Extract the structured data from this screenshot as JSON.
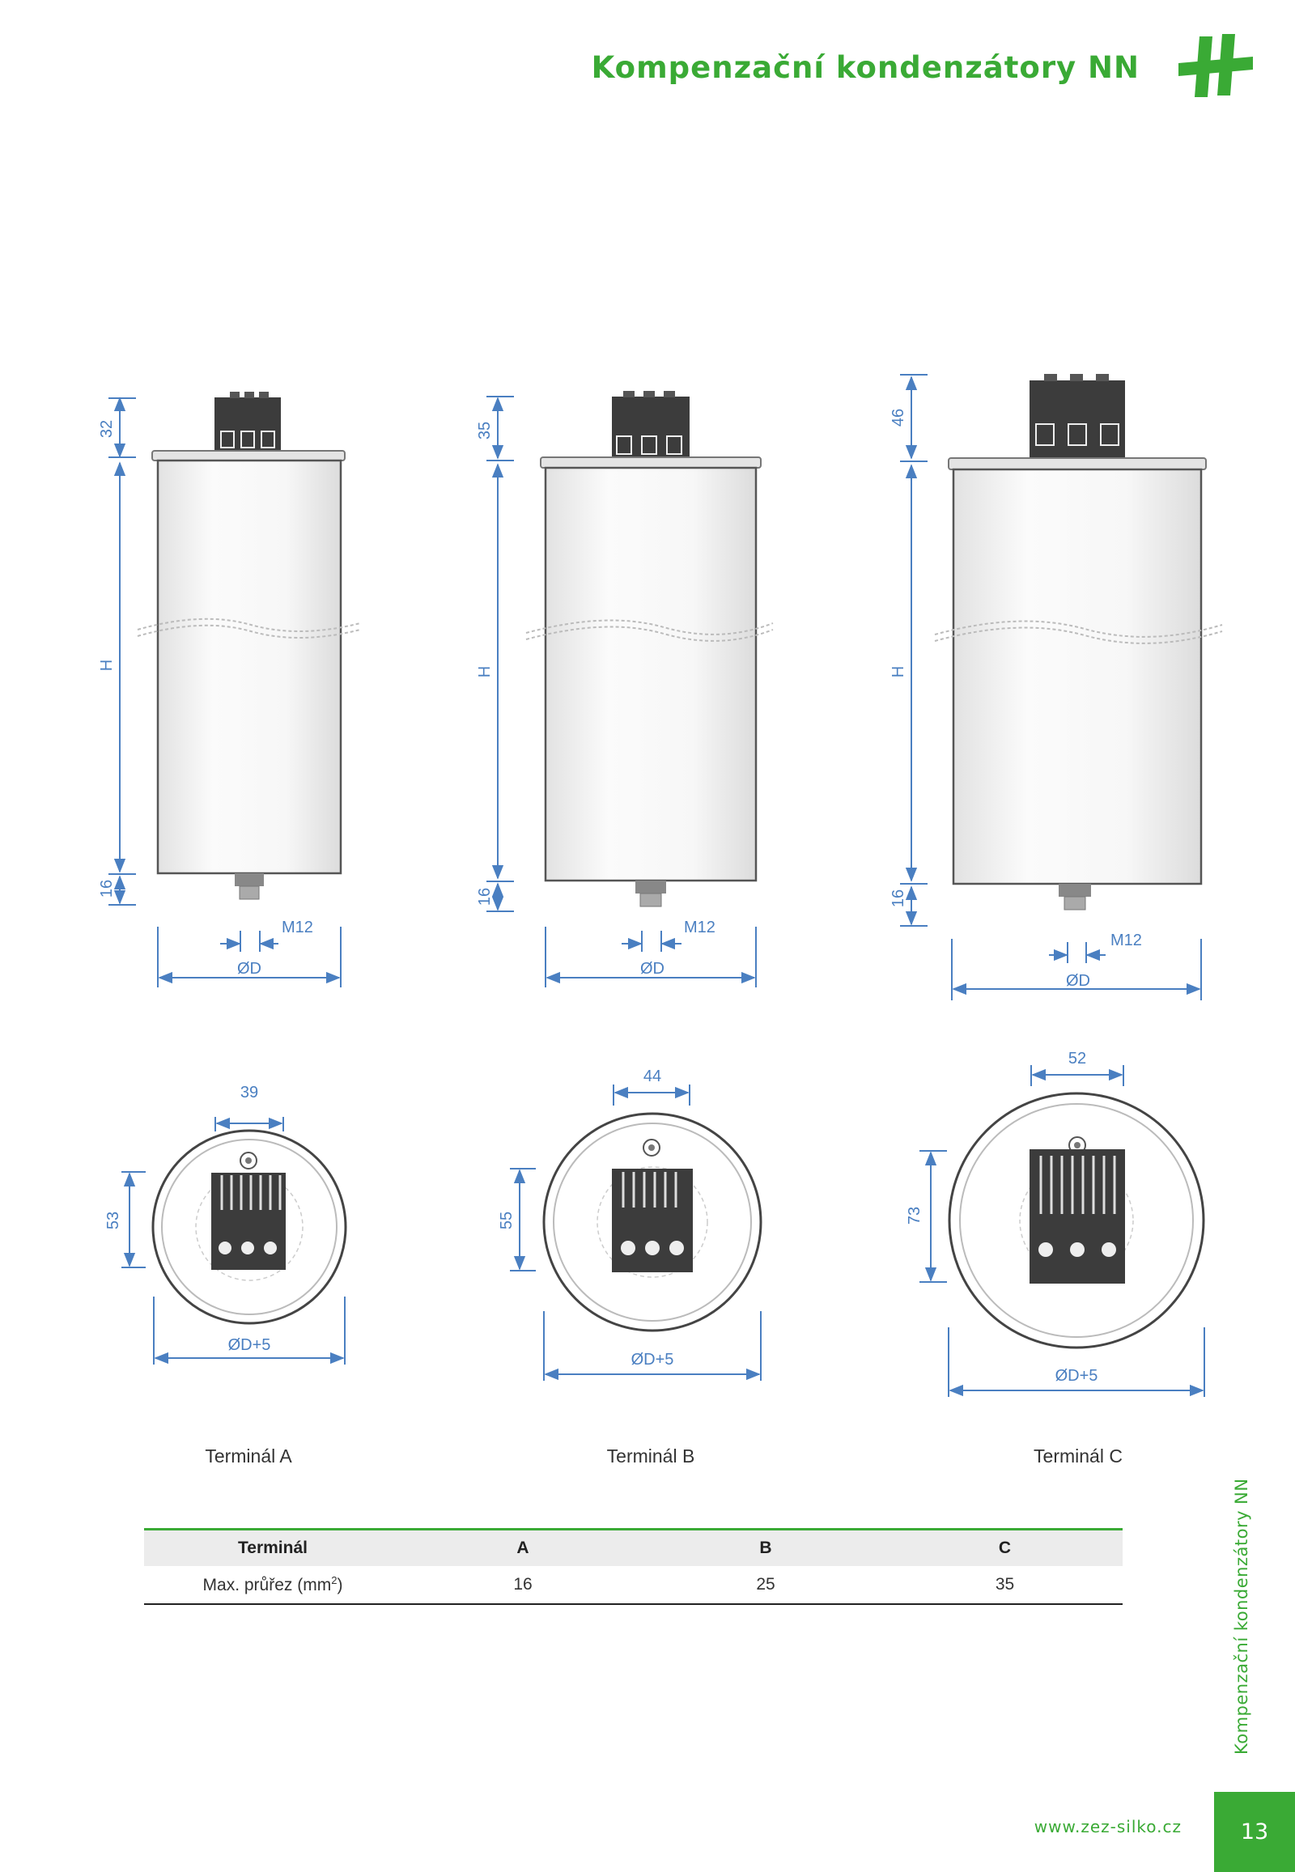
{
  "header": {
    "title": "Kompenzační kondenzátory NN"
  },
  "side_label": "Kompenzační kondenzátory NN",
  "footer": {
    "url": "www.zez-silko.cz",
    "page_number": "13"
  },
  "colors": {
    "brand_green": "#3aaa35",
    "dimension_blue": "#4a7fc1"
  },
  "drawings": {
    "side_views": [
      {
        "top_dim": "32",
        "height_dim": "H",
        "bottom_dim": "16",
        "thread": "M12",
        "diameter": "ØD"
      },
      {
        "top_dim": "35",
        "height_dim": "H",
        "bottom_dim": "16",
        "thread": "M12",
        "diameter": "ØD"
      },
      {
        "top_dim": "46",
        "height_dim": "H",
        "bottom_dim": "16",
        "thread": "M12",
        "diameter": "ØD"
      }
    ],
    "top_views": [
      {
        "width_dim": "39",
        "height_dim": "53",
        "diameter": "ØD+5"
      },
      {
        "width_dim": "44",
        "height_dim": "55",
        "diameter": "ØD+5"
      },
      {
        "width_dim": "52",
        "height_dim": "73",
        "diameter": "ØD+5"
      }
    ]
  },
  "terminals": [
    "Terminál A",
    "Terminál B",
    "Terminál C"
  ],
  "table": {
    "headers": [
      "Terminál",
      "A",
      "B",
      "C"
    ],
    "row": {
      "label": "Max. průřez (mm",
      "label_sup": "2",
      "label_end": ")",
      "values": [
        "16",
        "25",
        "35"
      ]
    }
  }
}
